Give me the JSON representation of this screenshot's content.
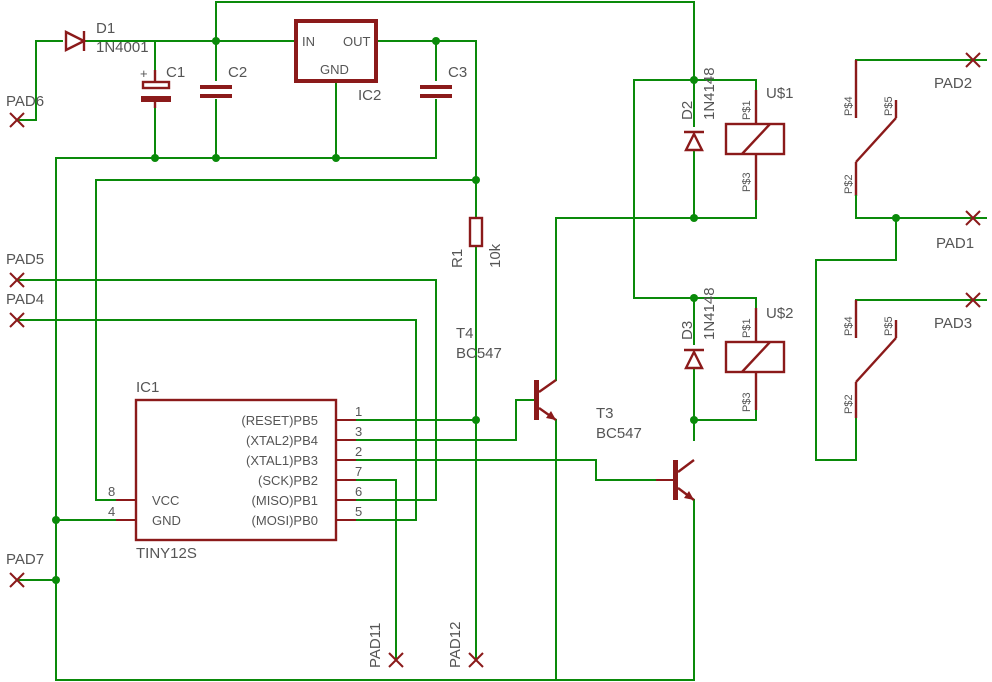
{
  "parts": {
    "d1": {
      "name": "D1",
      "value": "1N4001"
    },
    "c1": {
      "name": "C1",
      "plus": "+"
    },
    "c2": {
      "name": "C2"
    },
    "c3": {
      "name": "C3"
    },
    "ic2": {
      "name": "IC2",
      "in": "IN",
      "out": "OUT",
      "gnd": "GND"
    },
    "r1": {
      "name": "R1",
      "value": "10k"
    },
    "t4": {
      "name": "T4",
      "value": "BC547"
    },
    "t3": {
      "name": "T3",
      "value": "BC547"
    },
    "d2": {
      "name": "D2",
      "value": "1N4148"
    },
    "d3": {
      "name": "D3",
      "value": "1N4148"
    },
    "u1": {
      "name": "U$1",
      "p1": "P$1",
      "p3": "P$3",
      "p2": "P$2",
      "p4": "P$4",
      "p5": "P$5"
    },
    "u2": {
      "name": "U$2",
      "p1": "P$1",
      "p3": "P$3",
      "p2": "P$2",
      "p4": "P$4",
      "p5": "P$5"
    },
    "ic1": {
      "name": "IC1",
      "value": "TINY12S",
      "pins_right": [
        {
          "label": "(RESET)PB5",
          "num": "1"
        },
        {
          "label": "(XTAL2)PB4",
          "num": "3"
        },
        {
          "label": "(XTAL1)PB3",
          "num": "2"
        },
        {
          "label": "(SCK)PB2",
          "num": "7"
        },
        {
          "label": "(MISO)PB1",
          "num": "6"
        },
        {
          "label": "(MOSI)PB0",
          "num": "5"
        }
      ],
      "pins_left": [
        {
          "label": "VCC",
          "num": "8"
        },
        {
          "label": "GND",
          "num": "4"
        }
      ]
    }
  },
  "pads": {
    "pad1": "PAD1",
    "pad2": "PAD2",
    "pad3": "PAD3",
    "pad4": "PAD4",
    "pad5": "PAD5",
    "pad6": "PAD6",
    "pad7": "PAD7",
    "pad11": "PAD11",
    "pad12": "PAD12"
  },
  "colors": {
    "wire": "#0a8a0a",
    "part": "#8b1a1a",
    "label": "#555555"
  }
}
